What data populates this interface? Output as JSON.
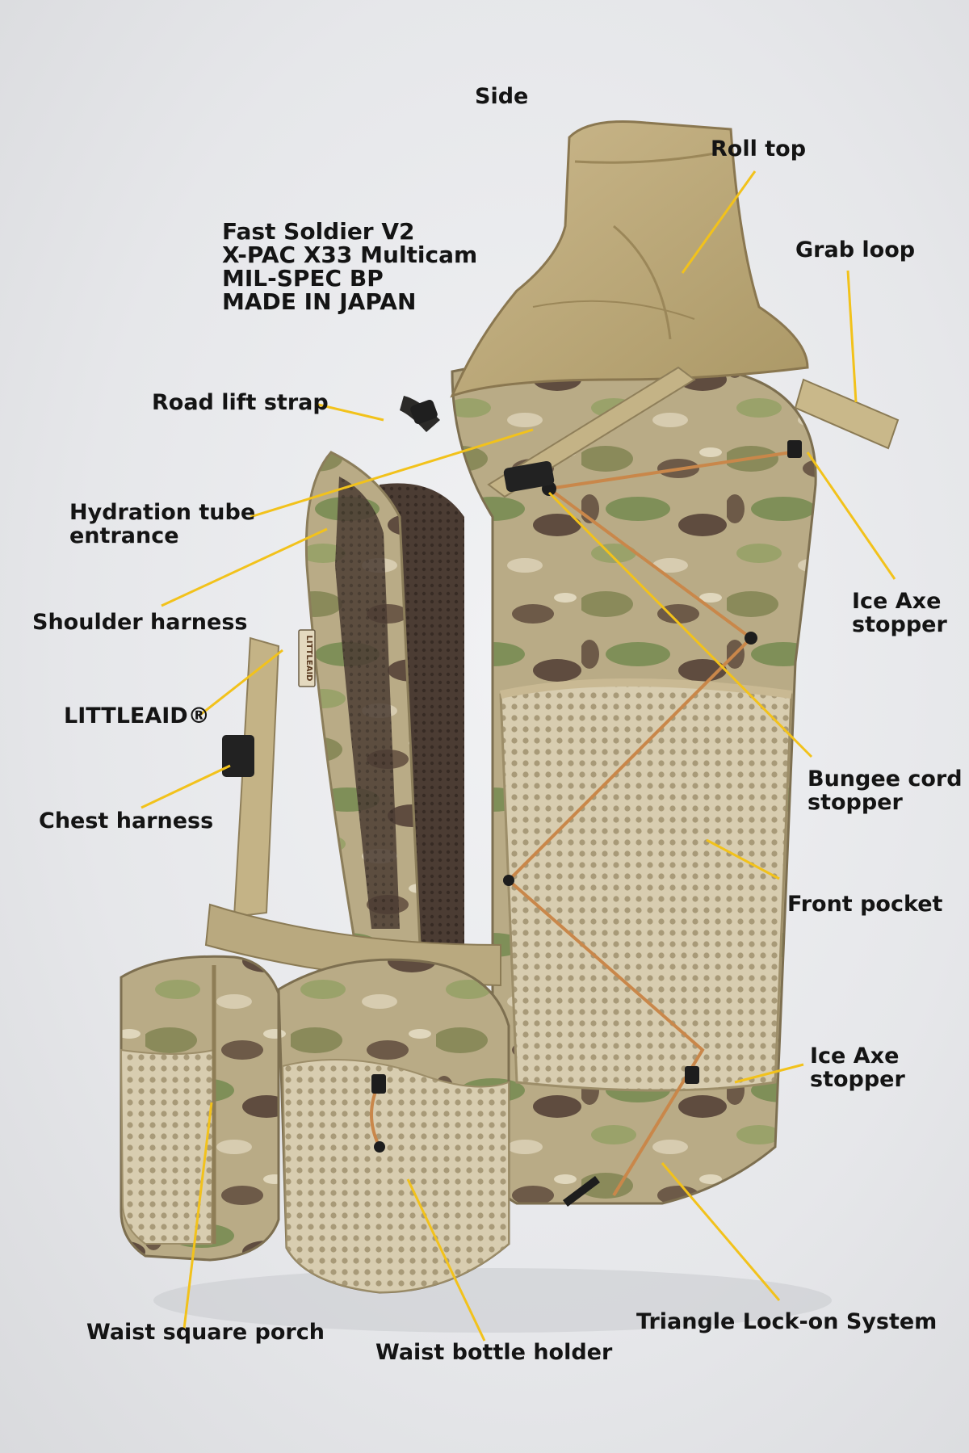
{
  "heading": "Side",
  "product_spec": [
    "Fast Soldier V2",
    "X-PAC X33 Multicam",
    "MIL-SPEC BP",
    "MADE IN JAPAN"
  ],
  "callouts": {
    "roll_top": [
      "Roll top"
    ],
    "grab_loop": [
      "Grab loop"
    ],
    "road_lift_strap": [
      "Road lift strap"
    ],
    "hydration_tube_entrance": [
      "Hydration tube",
      "entrance"
    ],
    "shoulder_harness": [
      "Shoulder harness"
    ],
    "littleaid": [
      "LITTLEAID®"
    ],
    "chest_harness": [
      "Chest harness"
    ],
    "ice_axe_stopper_upper": [
      "Ice Axe",
      "stopper"
    ],
    "bungee_cord_stopper": [
      "Bungee cord",
      "stopper"
    ],
    "front_pocket": [
      "Front pocket"
    ],
    "ice_axe_stopper_lower": [
      "Ice Axe",
      "stopper"
    ],
    "triangle_lock_on_system": [
      "Triangle Lock-on System"
    ],
    "waist_square_porch": [
      "Waist square porch"
    ],
    "waist_bottle_holder": [
      "Waist bottle holder"
    ]
  },
  "brand_tag": "LITTLEAID",
  "colors": {
    "background": "#e9eaec",
    "leader_line": "#f2c21b",
    "text": "#141414",
    "roll_top_fabric": "#c8b68a",
    "camo_base": "#b7a884",
    "bungee_cord": "#c9874a"
  }
}
